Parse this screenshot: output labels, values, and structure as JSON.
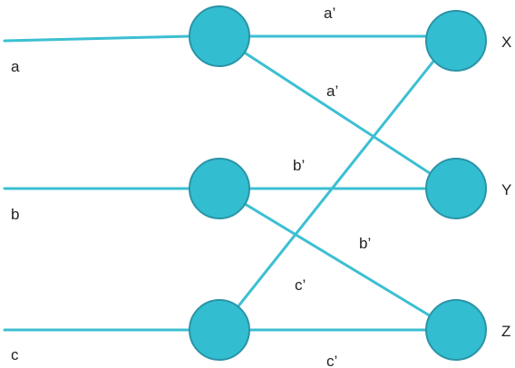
{
  "colors": {
    "line": "#3cbfd2",
    "node_fill": "#33bdd1",
    "node_stroke": "#2a94a6",
    "text": "#222222"
  },
  "inputs": [
    {
      "id": "a",
      "label": "a"
    },
    {
      "id": "b",
      "label": "b"
    },
    {
      "id": "c",
      "label": "c"
    }
  ],
  "outputs": [
    {
      "id": "X",
      "label": "X"
    },
    {
      "id": "Y",
      "label": "Y"
    },
    {
      "id": "Z",
      "label": "Z"
    }
  ],
  "edge_labels": {
    "a_to_x": "a’",
    "a_to_y": "a’",
    "b_to_y": "b’",
    "b_to_z": "b’",
    "c_to_x": "c’",
    "c_to_z": "c’"
  }
}
